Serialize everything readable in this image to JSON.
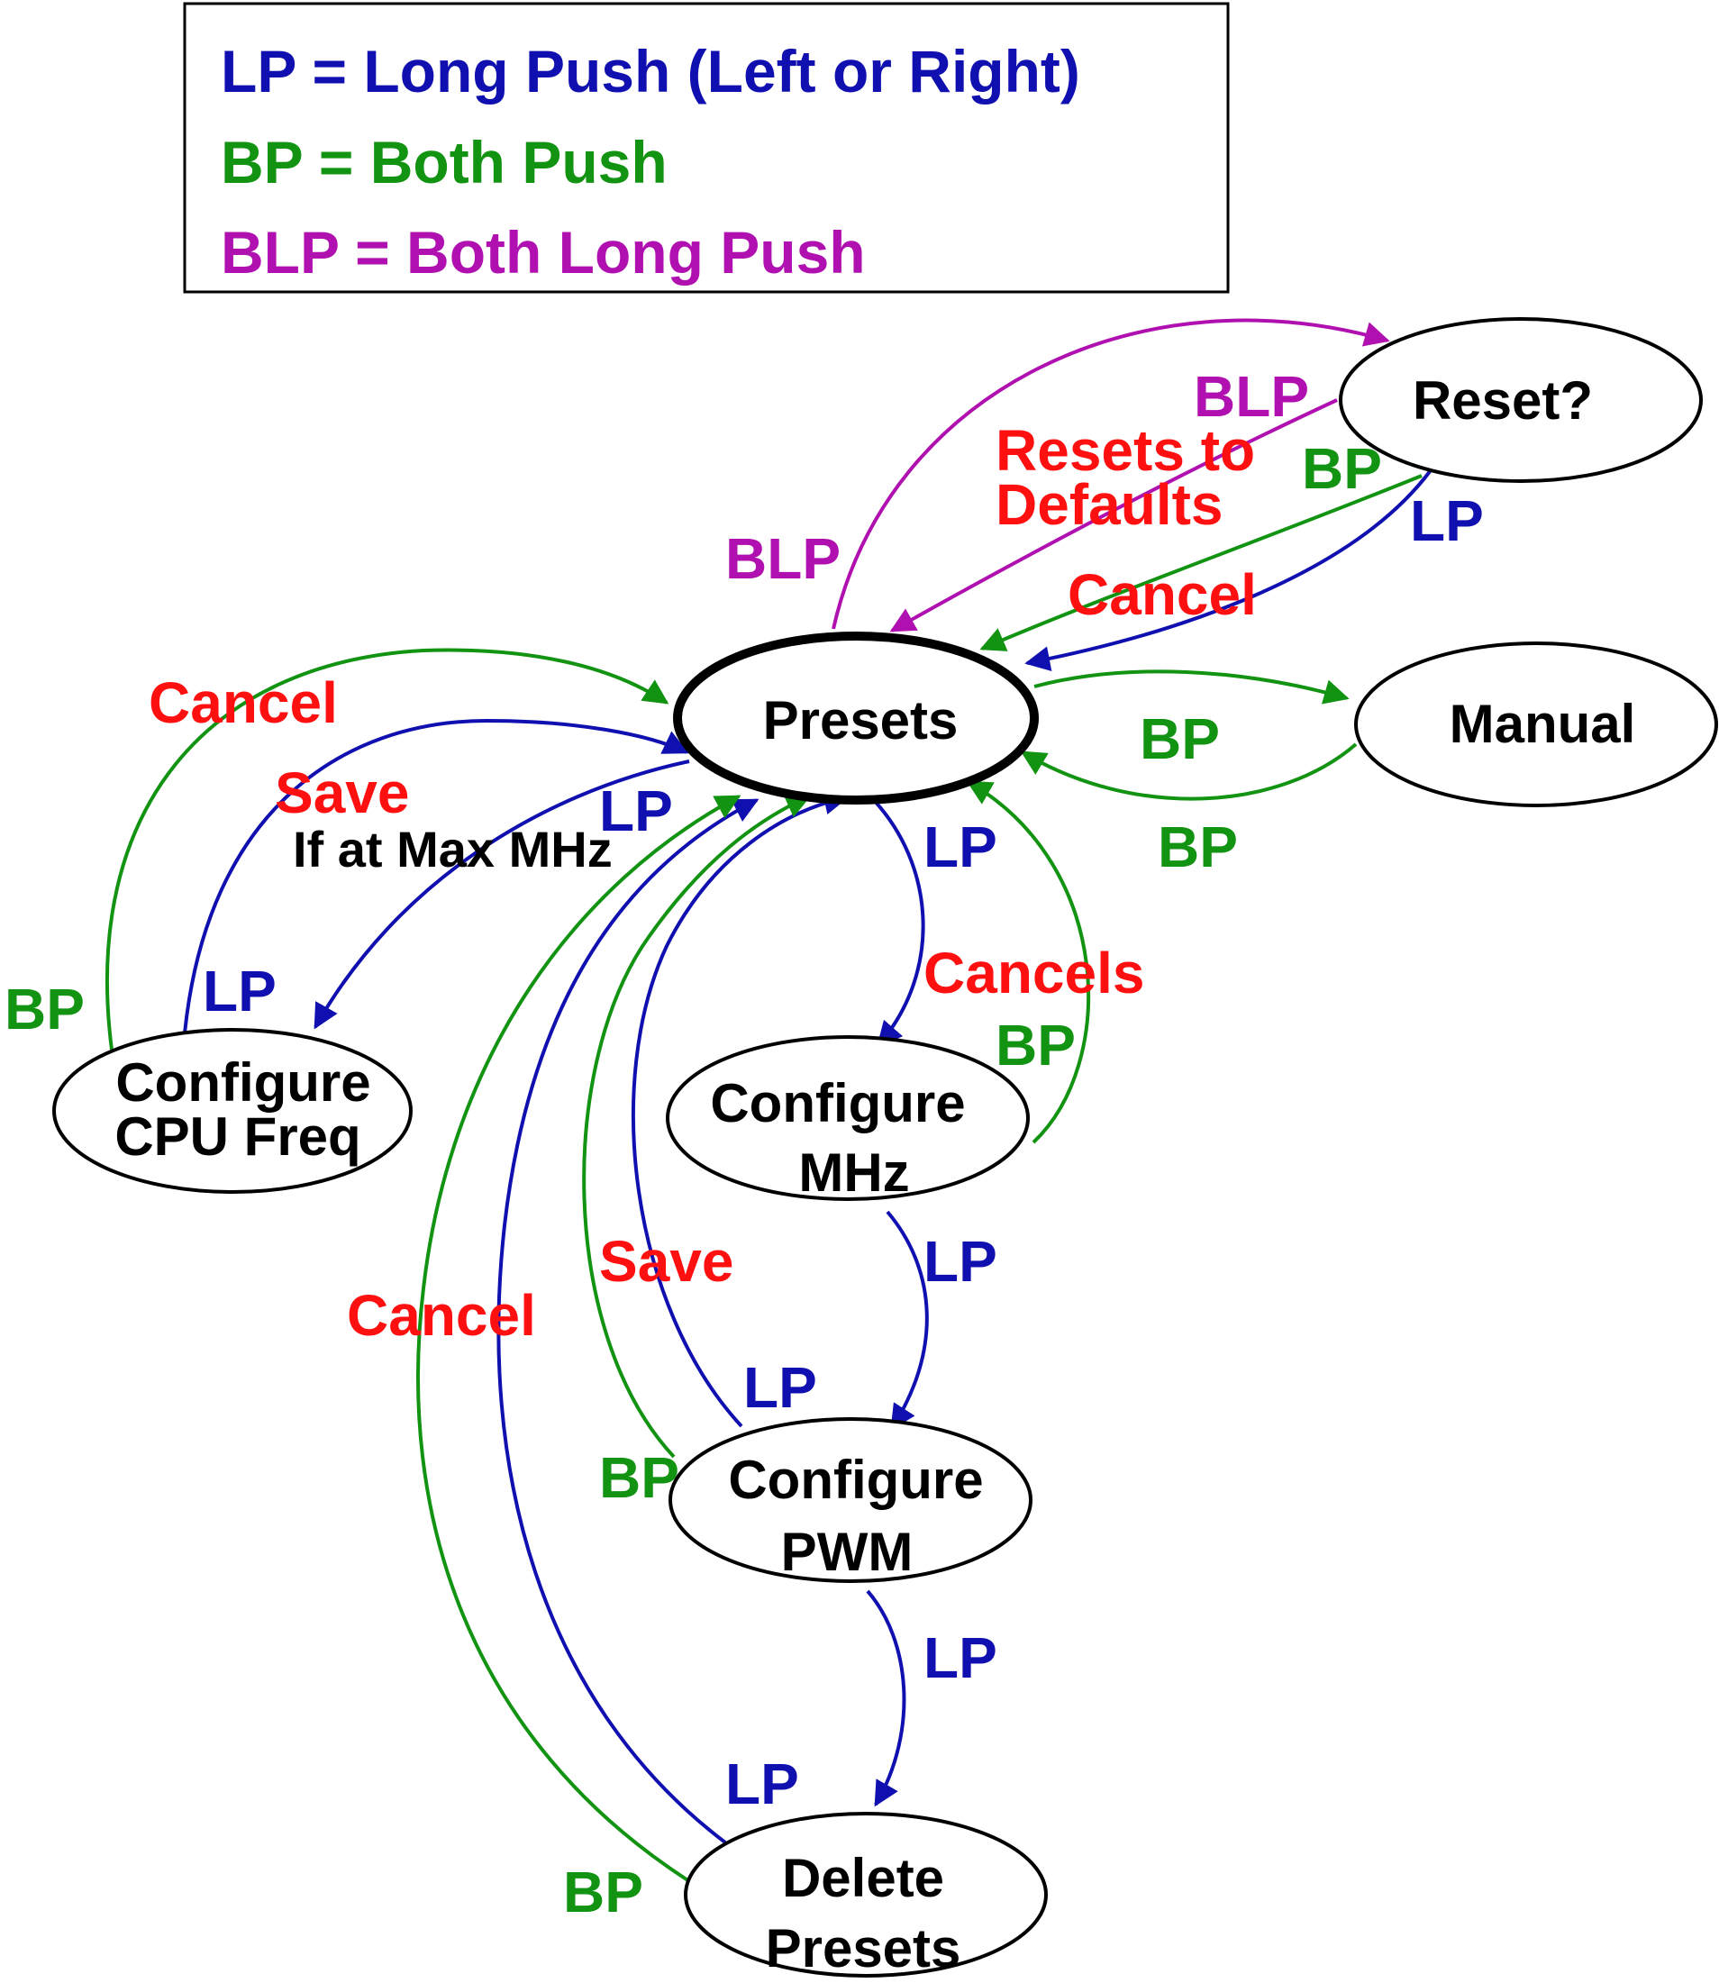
{
  "colors": {
    "lp": "#1010b0",
    "bp": "#129312",
    "blp": "#b010b0",
    "action": "#ff1010",
    "text": "#000000"
  },
  "legend": {
    "lp": "LP = Long Push (Left or Right)",
    "bp": "BP = Both Push",
    "blp": "BLP = Both Long Push"
  },
  "nodes": {
    "presets": "Presets",
    "reset": "Reset?",
    "manual": "Manual",
    "cpu_freq": [
      "Configure",
      "CPU Freq"
    ],
    "mhz": [
      "Configure",
      "MHz"
    ],
    "pwm": [
      "Configure",
      "PWM"
    ],
    "delete": [
      "Delete",
      "Presets"
    ]
  },
  "edge_labels": {
    "blp_top": "BLP",
    "blp_left": "BLP",
    "resets_to": [
      "Resets to",
      "Defaults"
    ],
    "bp_reset": "BP",
    "lp_reset": "LP",
    "cancel_reset": "Cancel",
    "bp_manual_upper": "BP",
    "bp_manual_lower": "BP",
    "cancel_cpu": "Cancel",
    "save_cpu": "Save",
    "if_max_mhz": "If at Max MHz",
    "lp_to_cpu": "LP",
    "bp_cpu": "BP",
    "lp_cpu": "LP",
    "lp_to_mhz": "LP",
    "cancels_mhz": "Cancels",
    "bp_mhz": "BP",
    "lp_mhz_to_pwm": "LP",
    "save_pwm": "Save",
    "cancel_delete": "Cancel",
    "lp_pwm": "LP",
    "bp_pwm": "BP",
    "lp_pwm_to_delete": "LP",
    "lp_delete": "LP",
    "bp_delete": "BP"
  }
}
